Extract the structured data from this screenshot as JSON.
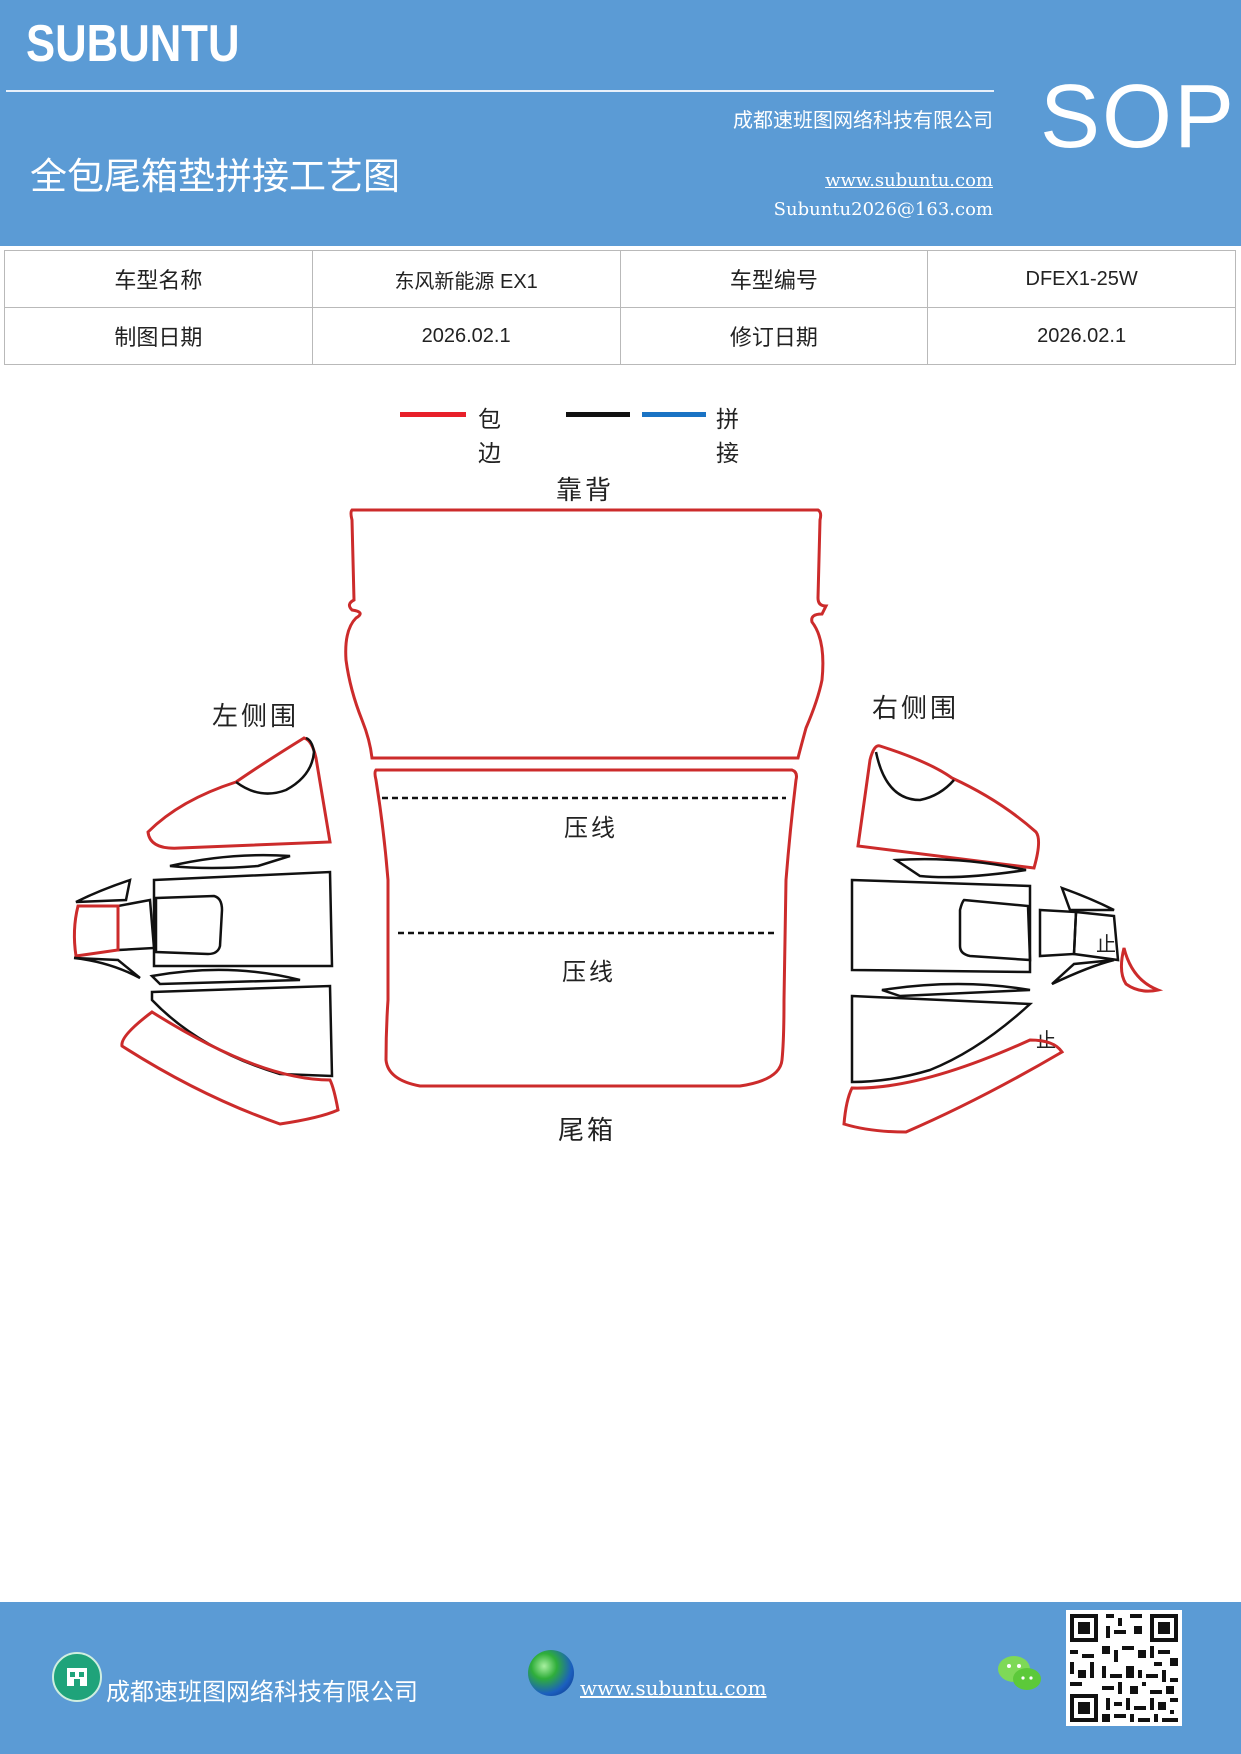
{
  "header": {
    "brand": "SUBUNTU",
    "company": "成都速班图网络科技有限公司",
    "sop": "SOP",
    "title": "全包尾箱垫拼接工艺图",
    "website": "www.subuntu.com",
    "email": "Subuntu2026@163.com",
    "background_color": "#5b9bd5"
  },
  "info_table": {
    "rows": [
      {
        "label1": "车型名称",
        "value1": "东风新能源 EX1",
        "label2": "车型编号",
        "value2": "DFEX1-25W"
      },
      {
        "label1": "制图日期",
        "value1": "2026.02.1",
        "label2": "修订日期",
        "value2": "2026.02.1"
      }
    ]
  },
  "legend": {
    "wrap_label": "包边",
    "wrap_color": "#e8202a",
    "splice_label": "拼接",
    "splice_colors": [
      "#111111",
      "#1a73c4"
    ]
  },
  "diagram": {
    "backrest": "靠背",
    "left_side": "左侧围",
    "right_side": "右侧围",
    "crease_1": "压线",
    "crease_2": "压线",
    "trunk": "尾箱",
    "stop_mark_1": "止",
    "stop_mark_2": "止"
  },
  "footer": {
    "company": "成都速班图网络科技有限公司",
    "website": "www.subuntu.com",
    "icons": [
      "building-icon",
      "globe-icon",
      "wechat-icon",
      "qr-code"
    ]
  }
}
